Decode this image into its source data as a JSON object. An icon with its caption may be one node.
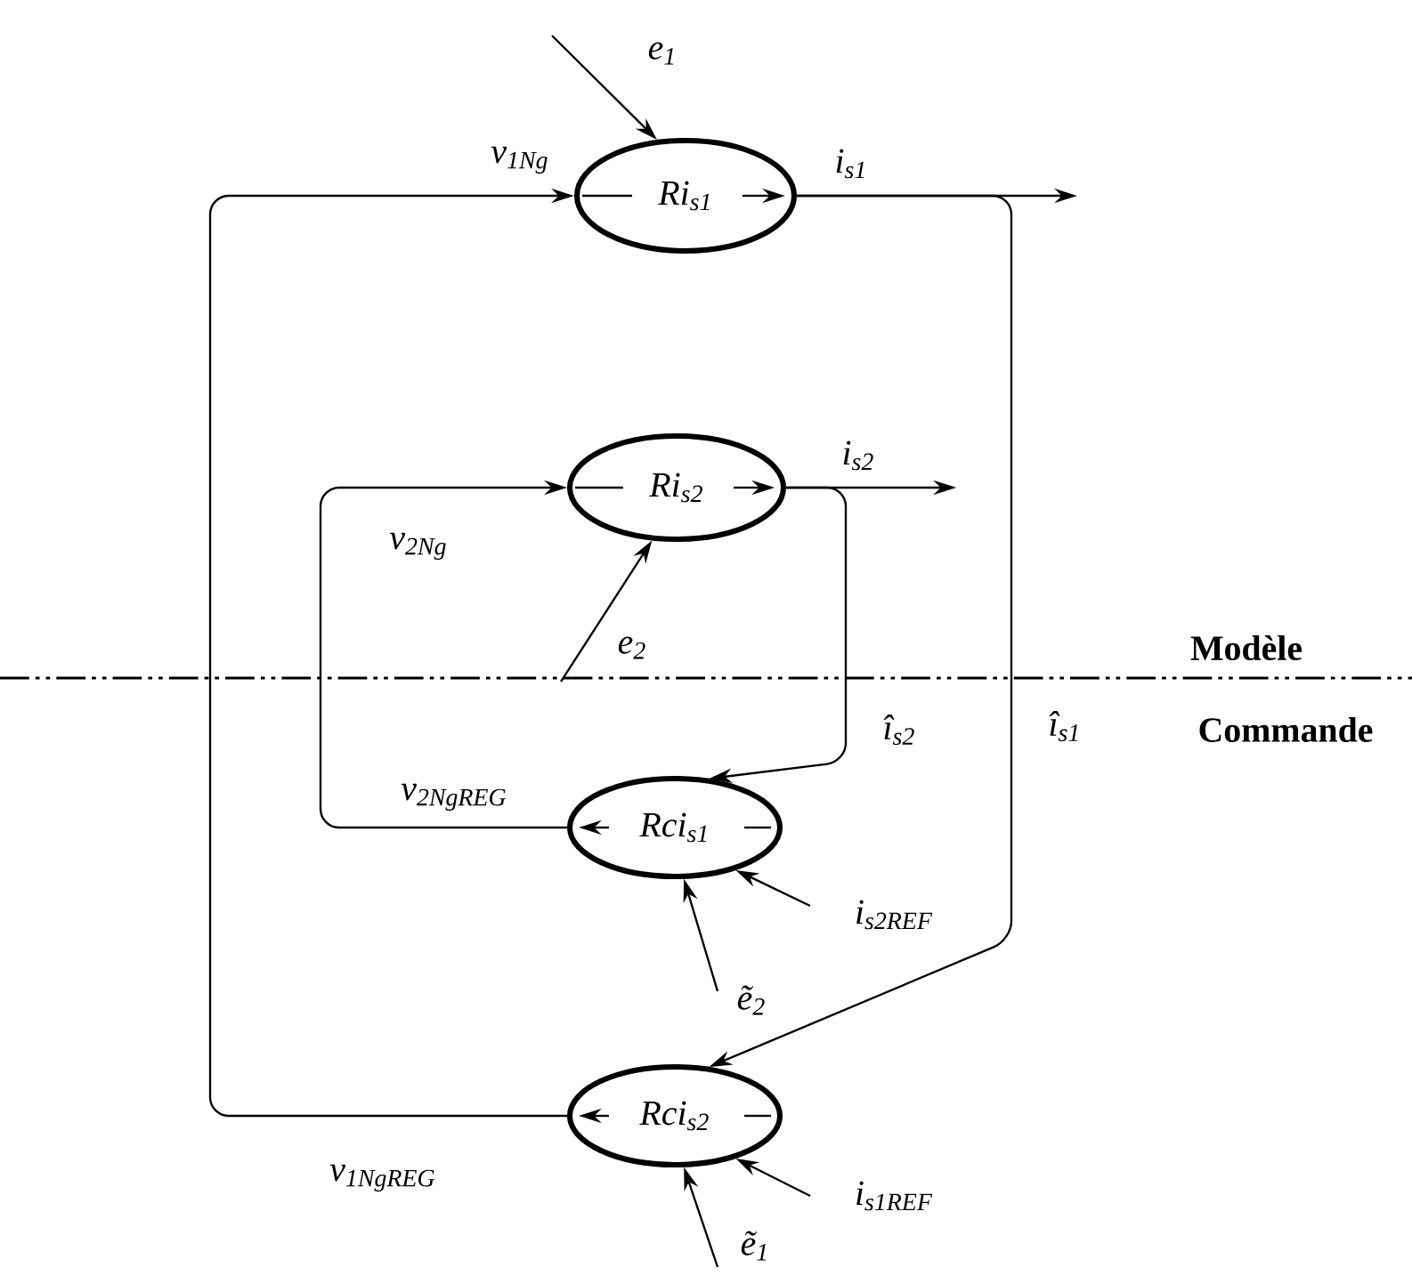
{
  "diagram": {
    "nodes": [
      {
        "text": [
          "Ri$_{s1}$"
        ]
      },
      {
        "text": [
          "Ri$_{s2}$"
        ]
      },
      {
        "text": [
          "Rci$_{s1}$"
        ],
        "beside": [
          "v$_{2NgREG}$"
        ]
      },
      {
        "text": [
          "Rci$_{s2}$"
        ],
        "beside": [
          "v$_{1NgREG}$"
        ]
      }
    ],
    "edges": [
      {
        "from": 3,
        "to": 0,
        "arrow": "to",
        "label": "v$_{1Ng}$"
      },
      {
        "from": 2,
        "to": 1,
        "arrow": "to",
        "label": "v$_{2Ng}$"
      },
      {
        "from": 0,
        "to": null,
        "arrow": "to",
        "label": "i$_{s1}$"
      },
      {
        "from": 0,
        "to": 3,
        "arrow": "to",
        "label": "î$_{s1}$"
      },
      {
        "from": 1,
        "to": null,
        "arrow": "to",
        "label": "i$_{s2}$"
      },
      {
        "from": 1,
        "to": 2,
        "arrow": "to",
        "label": "î$_{s2}$"
      },
      {
        "from": null,
        "to": 0,
        "arrow": "to",
        "label": "e$_{1}$"
      },
      {
        "from": null,
        "to": 1,
        "arrow": "to",
        "label": "e$_{2}$"
      },
      {
        "from": null,
        "to": 2,
        "arrow": "to",
        "label": "i$_{s2REF}$"
      },
      {
        "from": null,
        "to": 2,
        "arrow": "to",
        "label": "ẽ$_{2}$"
      },
      {
        "from": null,
        "to": 3,
        "arrow": "to",
        "label": "i$_{s1REF}$"
      },
      {
        "from": null,
        "to": 3,
        "arrow": "to",
        "label": "ẽ$_{1}$"
      }
    ],
    "labels": [
      "Modèle",
      "Commande"
    ]
  }
}
